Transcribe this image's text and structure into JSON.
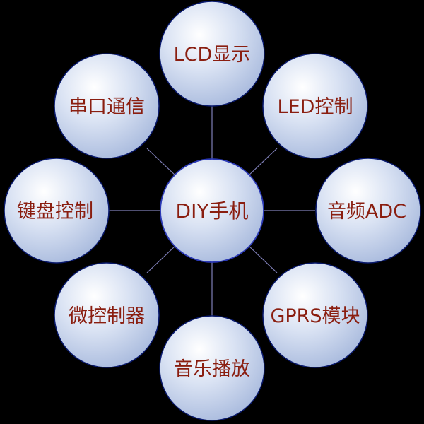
{
  "diagram": {
    "center": {
      "label": "DIY手机"
    },
    "nodes": [
      {
        "label": "LCD显示"
      },
      {
        "label": "LED控制"
      },
      {
        "label": "音频ADC"
      },
      {
        "label": "GPRS模块"
      },
      {
        "label": "音乐播放"
      },
      {
        "label": "微控制器"
      },
      {
        "label": "键盘控制"
      },
      {
        "label": "串口通信"
      }
    ]
  },
  "colors": {
    "background": "#000000",
    "connector": "#7f7fb8",
    "node_outline": "#0a1a6e",
    "center_outline": "#2b39b5",
    "label": "#8a1e10"
  }
}
